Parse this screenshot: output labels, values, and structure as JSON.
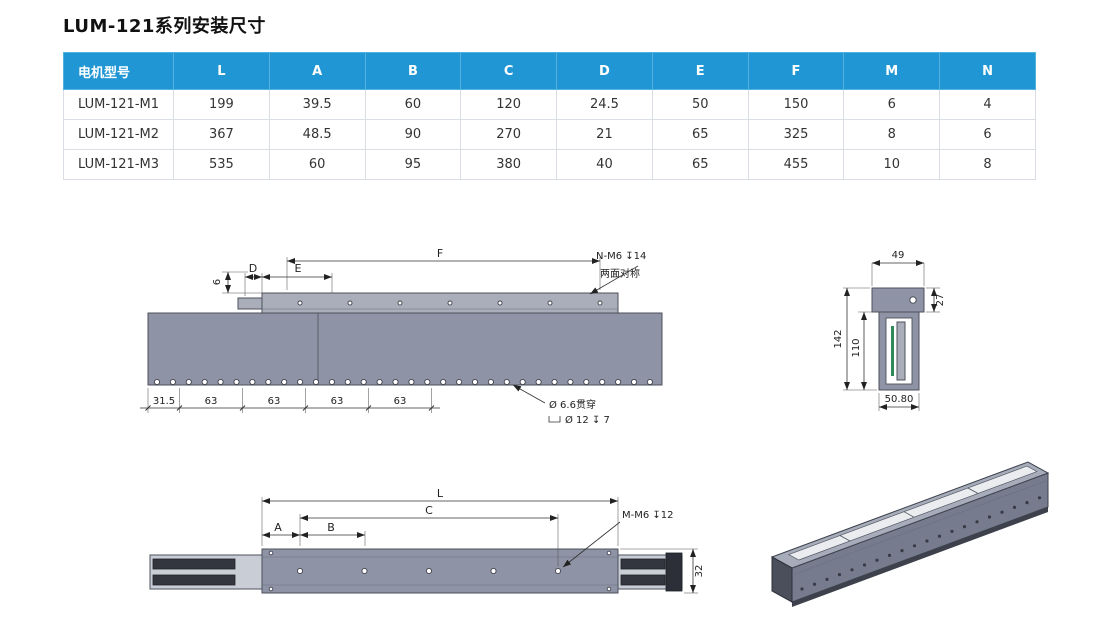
{
  "page": {
    "title": "LUM-121系列安装尺寸"
  },
  "colors": {
    "header_bg": "#2097d4",
    "body_gray": "#8e94a5"
  },
  "table": {
    "headers": [
      "电机型号",
      "L",
      "A",
      "B",
      "C",
      "D",
      "E",
      "F",
      "M",
      "N"
    ],
    "rows": [
      [
        "LUM-121-M1",
        "199",
        "39.5",
        "60",
        "120",
        "24.5",
        "50",
        "150",
        "6",
        "4"
      ],
      [
        "LUM-121-M2",
        "367",
        "48.5",
        "90",
        "270",
        "21",
        "65",
        "325",
        "8",
        "6"
      ],
      [
        "LUM-121-M3",
        "535",
        "60",
        "95",
        "380",
        "40",
        "65",
        "455",
        "10",
        "8"
      ]
    ]
  },
  "drawings": {
    "side_view": {
      "dim_f": "F",
      "dim_d": "D",
      "dim_e": "E",
      "dim_step": "6",
      "note_thread": "N-M6 ↧14",
      "note_sym": "两面对称",
      "dims_bottom": [
        "31.5",
        "63",
        "63",
        "63",
        "63"
      ],
      "note_hole_dia": "Ø 6.6贯穿",
      "note_cbore": "Ø 12 ↧ 7"
    },
    "end_view": {
      "dim_width": "49",
      "dim_27": "27",
      "dim_142": "142",
      "dim_110": "110",
      "dim_bottom": "50.80"
    },
    "top_view": {
      "dim_l": "L",
      "dim_c": "C",
      "dim_a": "A",
      "dim_b": "B",
      "note_thread": "M-M6 ↧12",
      "dim_32": "32"
    }
  }
}
